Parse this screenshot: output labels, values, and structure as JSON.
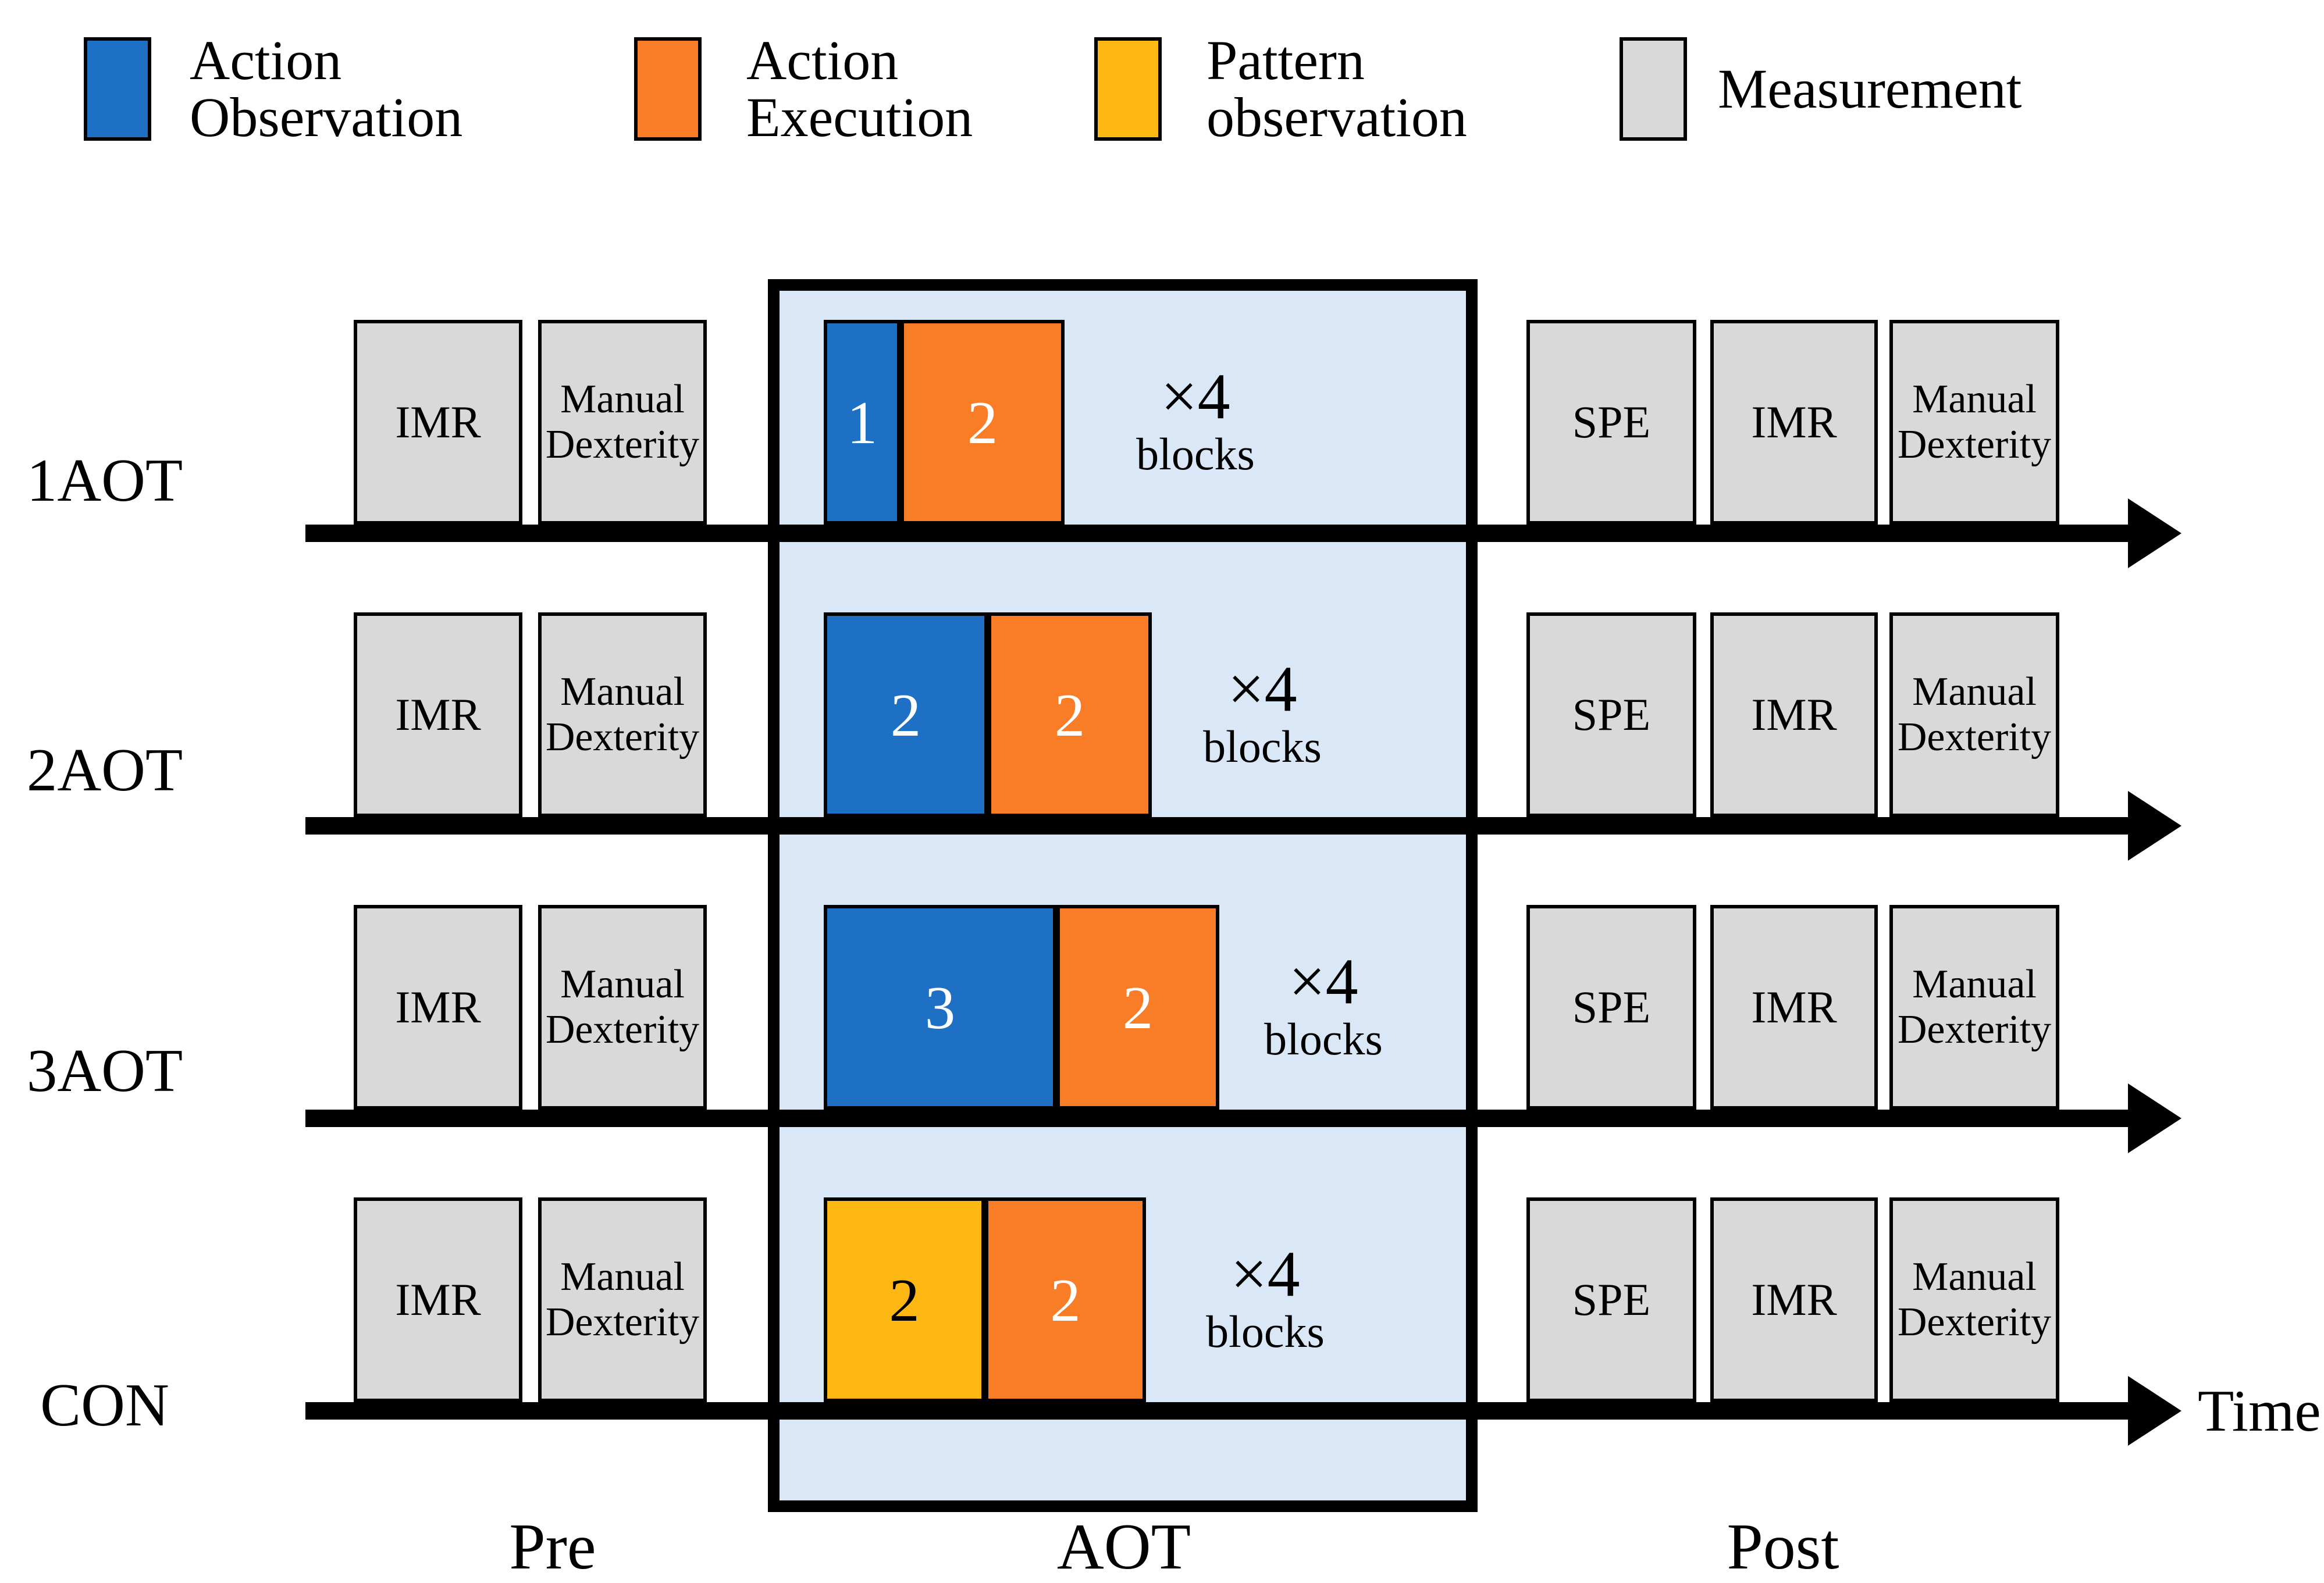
{
  "legend": {
    "items": [
      {
        "name": "action-observation",
        "swatch_color": "#1d70c4",
        "label": "Action\nObservation"
      },
      {
        "name": "action-execution",
        "swatch_color": "#f87d26",
        "label": "Action\nExecution"
      },
      {
        "name": "pattern-observation",
        "swatch_color": "#fdb813",
        "label": "Pattern\nobservation"
      },
      {
        "name": "measurement",
        "swatch_color": "#d9d9d9",
        "label": "Measurement"
      }
    ]
  },
  "rows": [
    {
      "label": "1AOT",
      "pre": {
        "box1": "IMR",
        "box2": "Manual\nDexterity"
      },
      "aot": {
        "block1": "1",
        "block2": "2",
        "repeat": "×4",
        "repeat_unit": "blocks"
      },
      "post": {
        "box1": "SPE",
        "box2": "IMR",
        "box3": "Manual\nDexterity"
      }
    },
    {
      "label": "2AOT",
      "pre": {
        "box1": "IMR",
        "box2": "Manual\nDexterity"
      },
      "aot": {
        "block1": "2",
        "block2": "2",
        "repeat": "×4",
        "repeat_unit": "blocks"
      },
      "post": {
        "box1": "SPE",
        "box2": "IMR",
        "box3": "Manual\nDexterity"
      }
    },
    {
      "label": "3AOT",
      "pre": {
        "box1": "IMR",
        "box2": "Manual\nDexterity"
      },
      "aot": {
        "block1": "3",
        "block2": "2",
        "repeat": "×4",
        "repeat_unit": "blocks"
      },
      "post": {
        "box1": "SPE",
        "box2": "IMR",
        "box3": "Manual\nDexterity"
      }
    },
    {
      "label": "CON",
      "pre": {
        "box1": "IMR",
        "box2": "Manual\nDexterity"
      },
      "aot": {
        "block1": "2",
        "block2": "2",
        "repeat": "×4",
        "repeat_unit": "blocks"
      },
      "post": {
        "box1": "SPE",
        "box2": "IMR",
        "box3": "Manual\nDexterity"
      }
    }
  ],
  "phases": {
    "pre": "Pre",
    "aot": "AOT",
    "post": "Post"
  },
  "time_label": "Time",
  "colors": {
    "action_observation": "#1d70c4",
    "action_execution": "#f87d26",
    "pattern_observation": "#fdb813",
    "measurement": "#d9d9d9",
    "aot_highlight": "#d9e7f6",
    "outline": "#000000",
    "background": "#ffffff"
  }
}
